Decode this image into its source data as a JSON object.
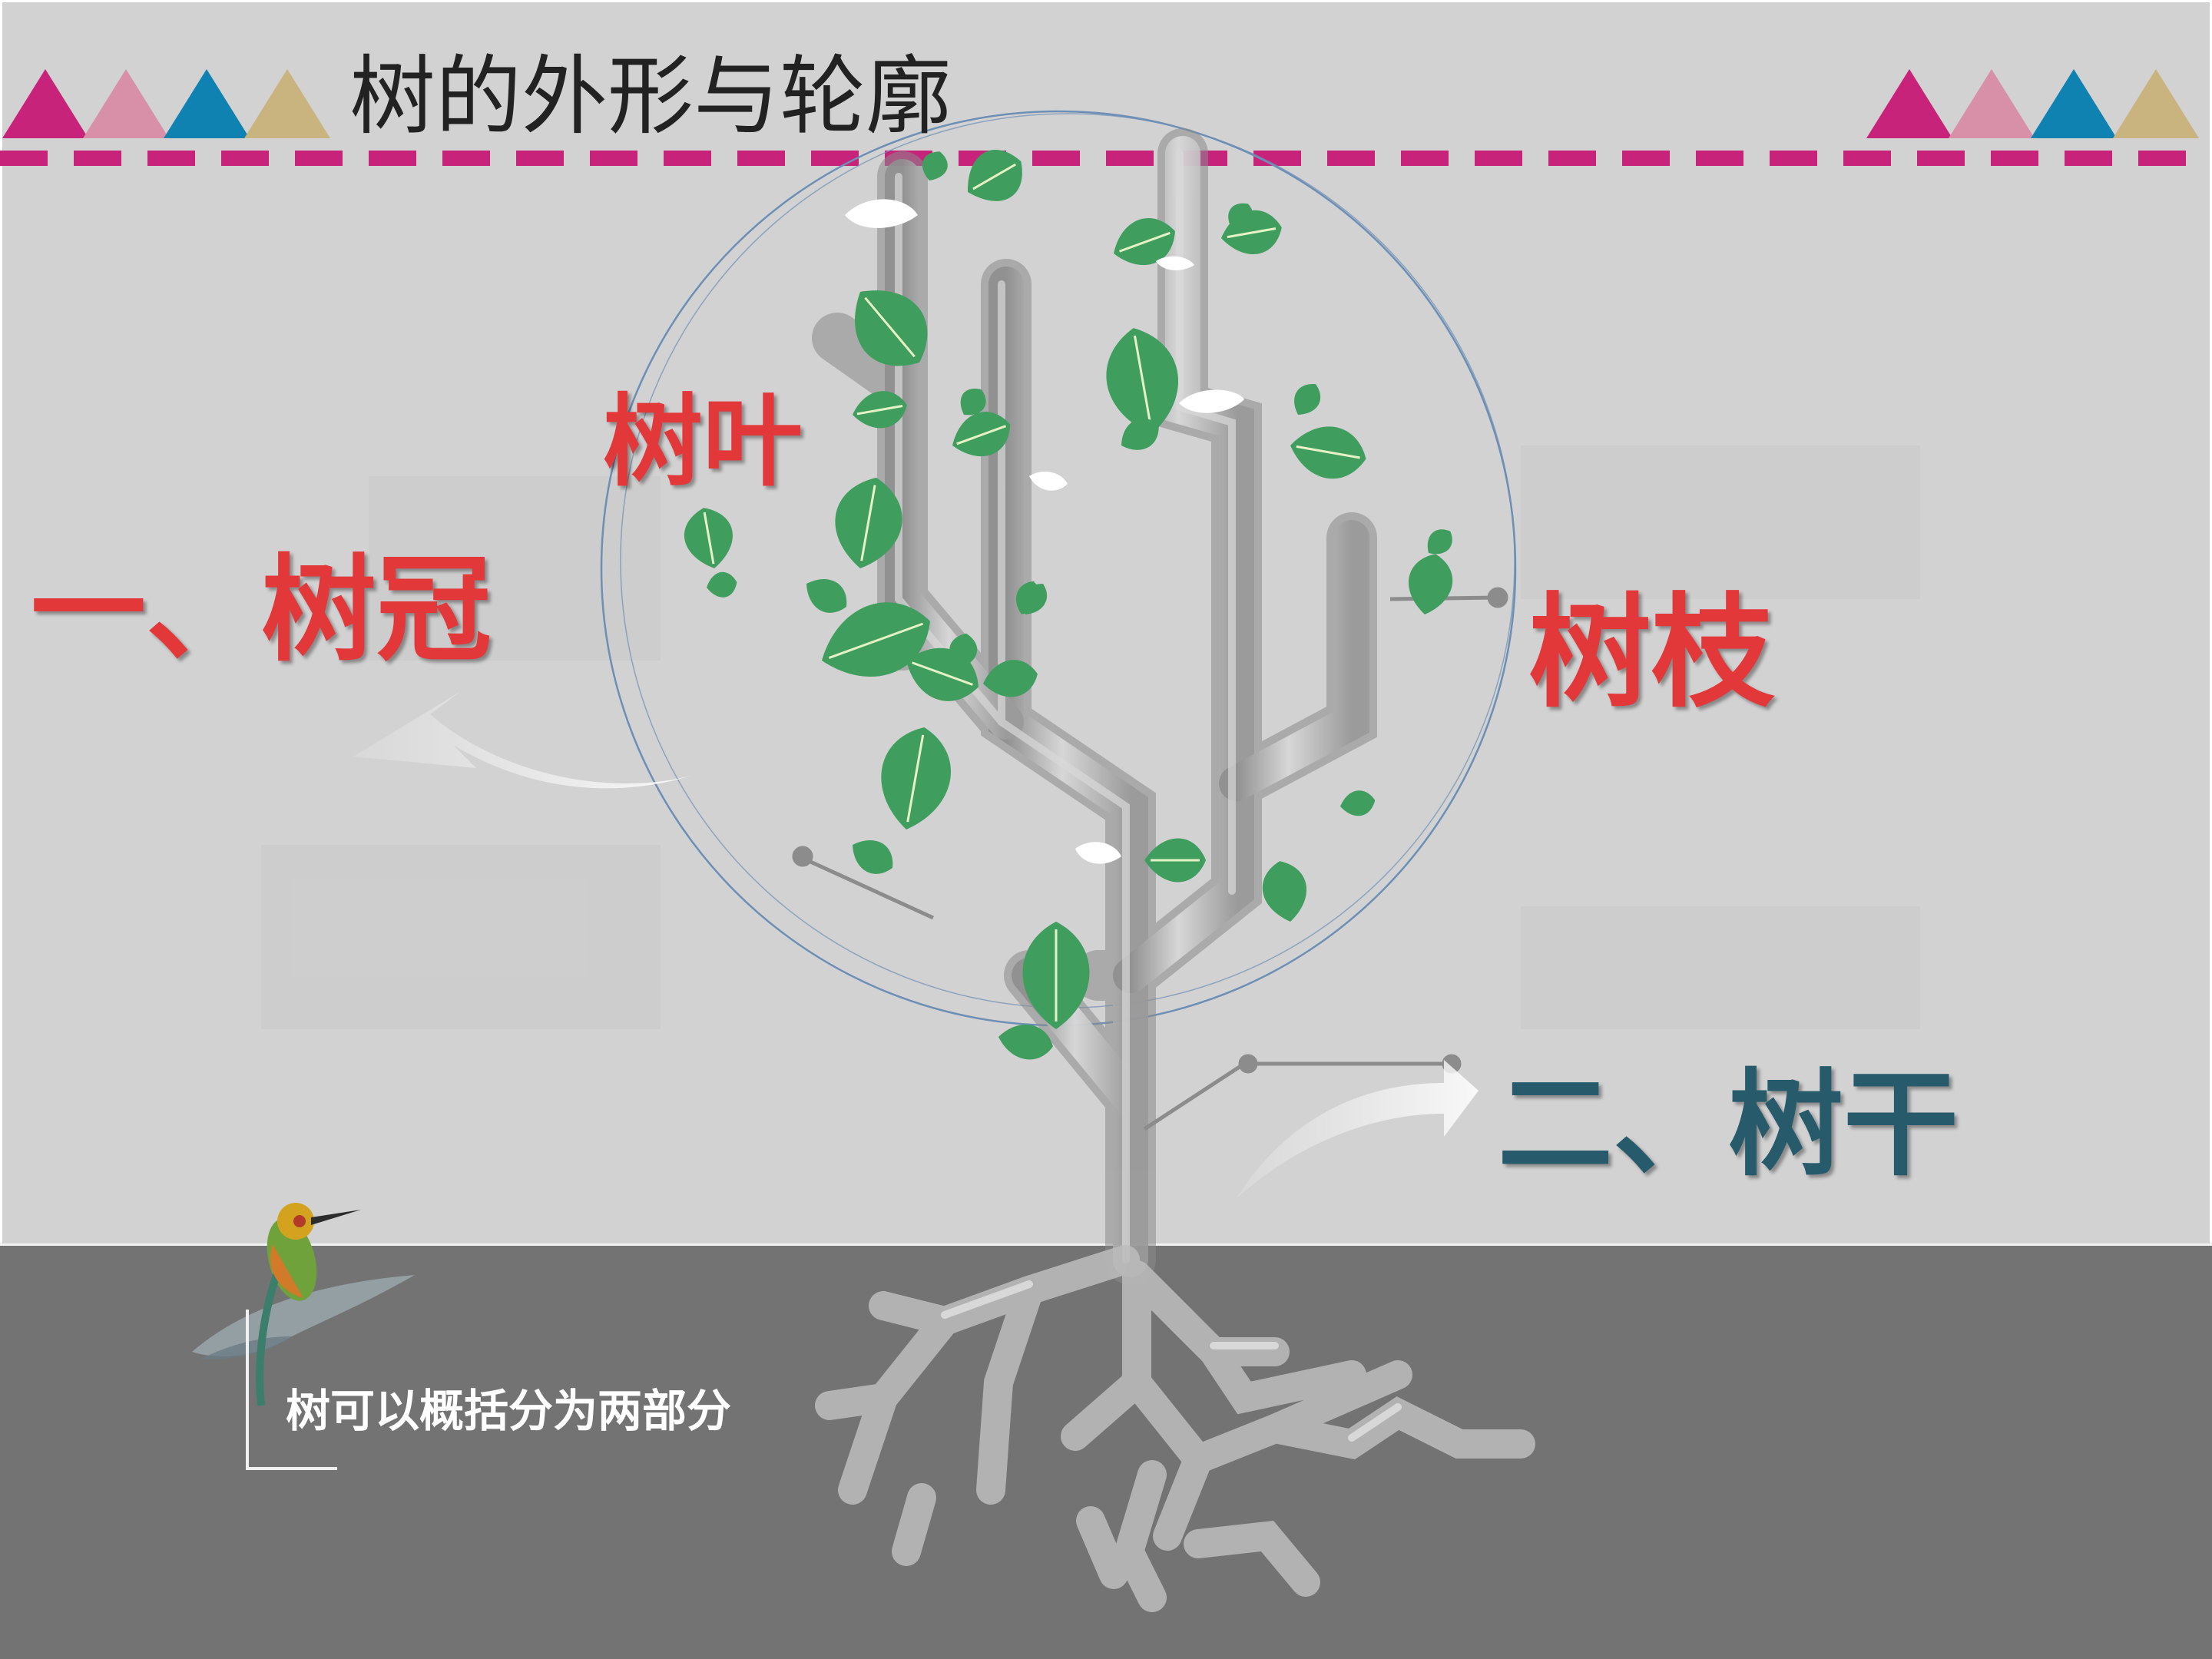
{
  "slide": {
    "title": "树的外形与轮廓",
    "labels": {
      "crown": "一、树冠",
      "leaves": "树叶",
      "branches": "树枝",
      "trunk": "二、树干"
    },
    "summary": "树可以概括分为两部分"
  },
  "colors": {
    "accent_pink": "#c8237b",
    "light_pink": "#d890a8",
    "blue": "#0f82b2",
    "tan": "#c9b37e",
    "label_red": "#e3383a",
    "label_teal": "#275b6b",
    "leaf_green": "#3f9e5d",
    "background_upper": "#d2d2d2",
    "background_lower": "#737373"
  }
}
